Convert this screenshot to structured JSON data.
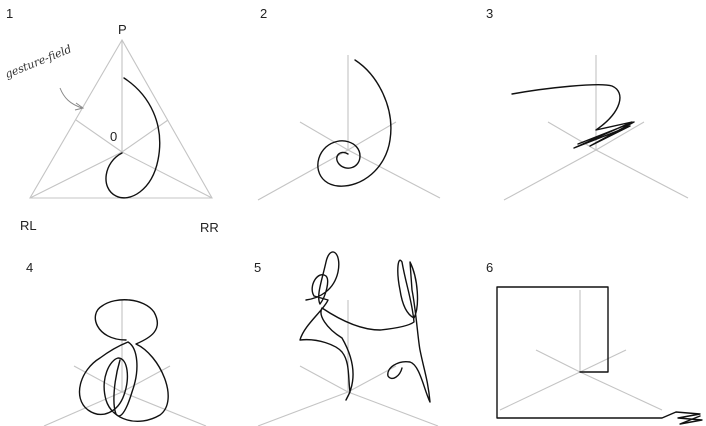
{
  "panels": [
    {
      "number": "1"
    },
    {
      "number": "2"
    },
    {
      "number": "3"
    },
    {
      "number": "4"
    },
    {
      "number": "5"
    },
    {
      "number": "6"
    }
  ],
  "labels": {
    "top": "P",
    "left": "RL",
    "right": "RR",
    "origin": "0",
    "annotation": "gesture-field"
  }
}
